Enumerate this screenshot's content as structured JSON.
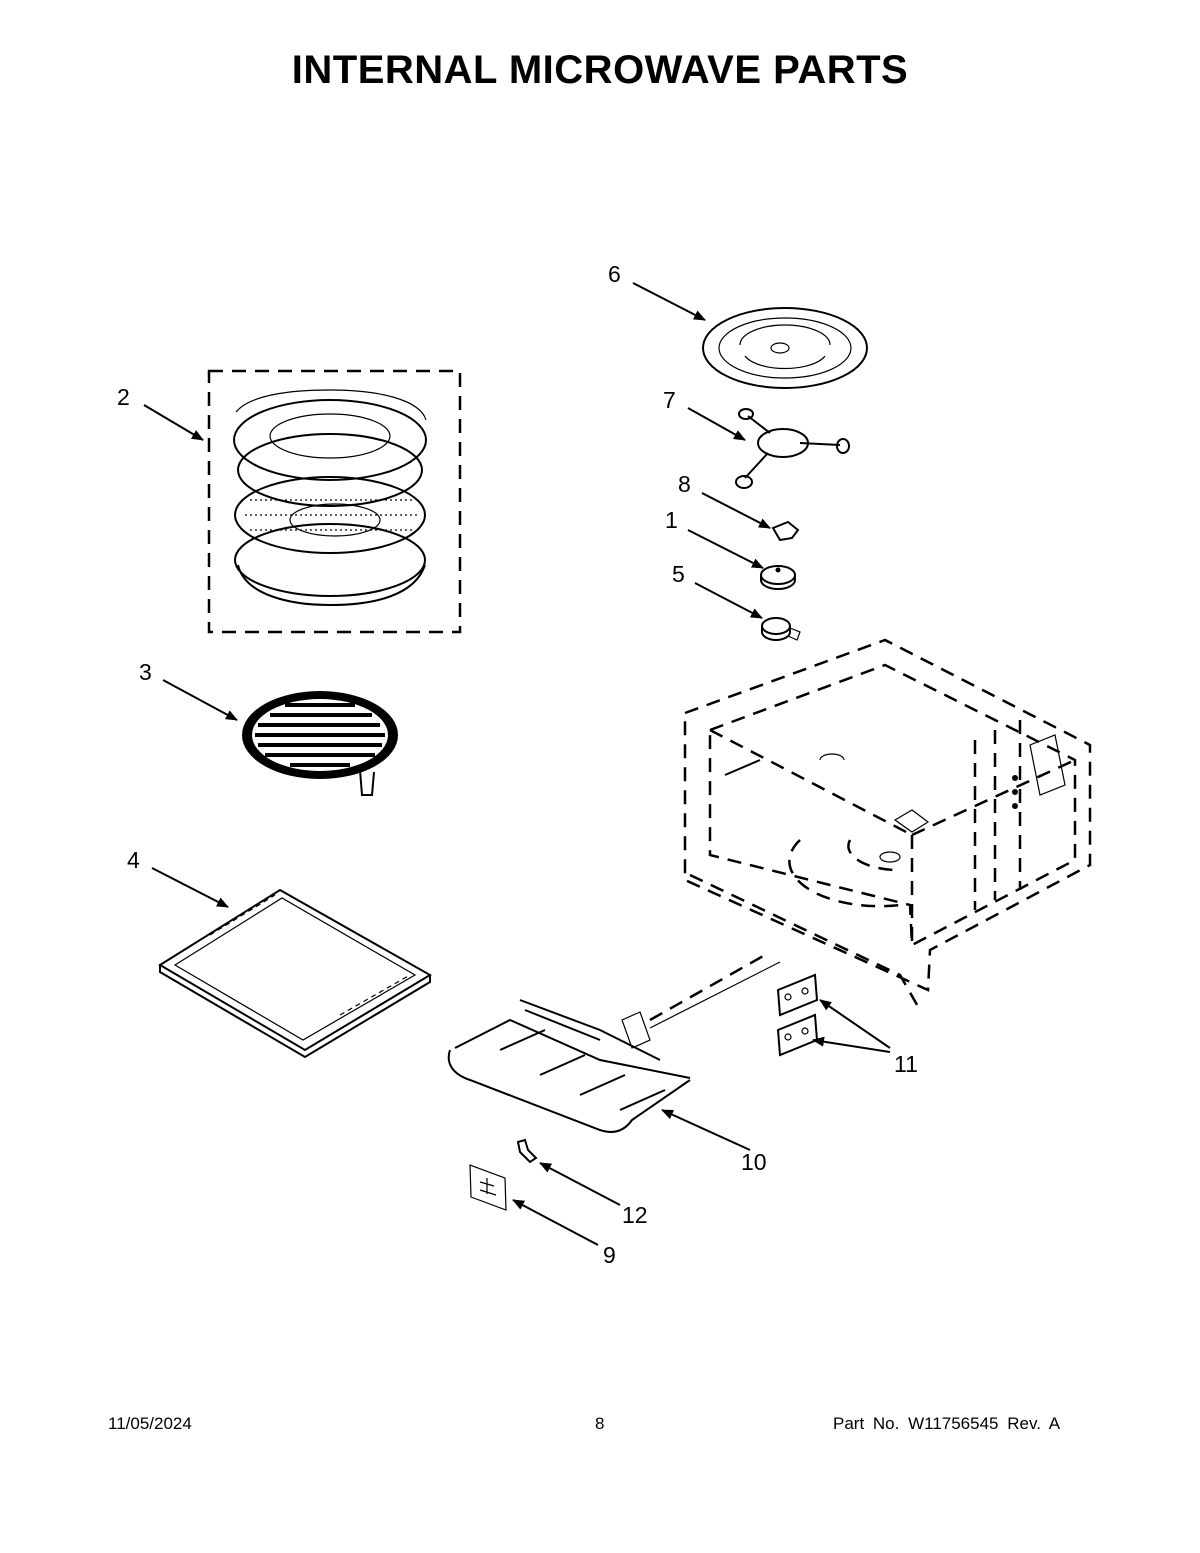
{
  "title": "INTERNAL MICROWAVE PARTS",
  "callouts": {
    "c1": "1",
    "c2": "2",
    "c3": "3",
    "c4": "4",
    "c5": "5",
    "c6": "6",
    "c7": "7",
    "c8": "8",
    "c9": "9",
    "c10": "10",
    "c11": "11",
    "c12": "12"
  },
  "footer": {
    "date": "11/05/2024",
    "page": "8",
    "part": "Part No.  W11756545  Rev.  A"
  },
  "colors": {
    "ink": "#000000",
    "paper": "#ffffff",
    "fill_light": "#e6e6e6"
  }
}
